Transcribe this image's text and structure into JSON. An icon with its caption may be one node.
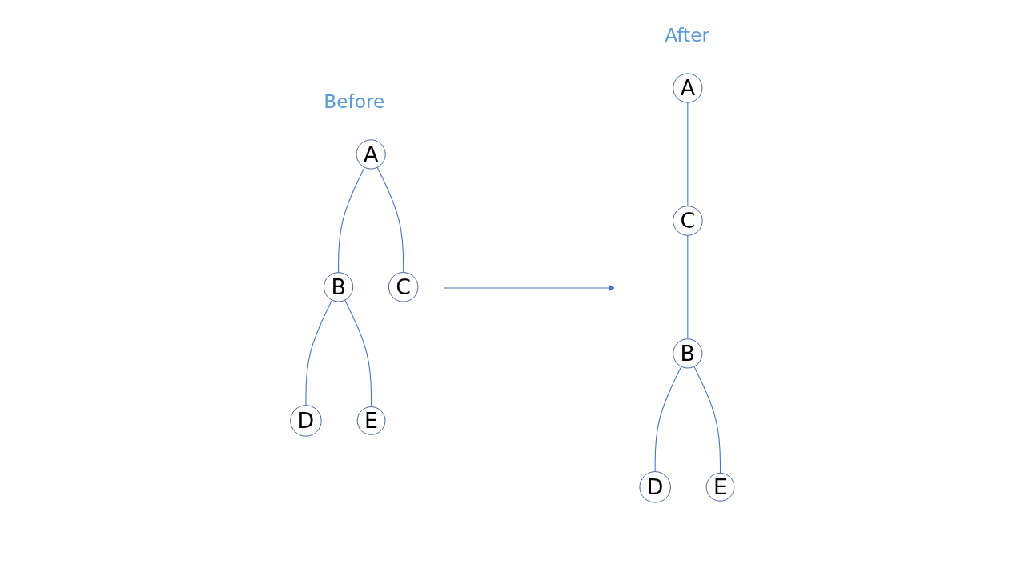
{
  "diagram": {
    "nodes": [
      {
        "text": [
          "Before"
        ]
      },
      {
        "text": [
          "A"
        ],
        "in": 0
      },
      {
        "text": [
          "B"
        ],
        "in": 0
      },
      {
        "text": [
          "C"
        ],
        "in": 0
      },
      {
        "text": [
          "D"
        ],
        "in": 0
      },
      {
        "text": [
          "E"
        ],
        "in": 0
      },
      {
        "text": [
          "After"
        ]
      },
      {
        "text": [
          "A"
        ],
        "in": 6
      },
      {
        "text": [
          "C"
        ],
        "in": 6
      },
      {
        "text": [
          "B"
        ],
        "in": 6
      },
      {
        "text": [
          "D"
        ],
        "in": 6
      },
      {
        "text": [
          "E"
        ],
        "in": 6
      }
    ],
    "edges": [
      {
        "from": 1,
        "to": 2,
        "arrow": "none"
      },
      {
        "from": 1,
        "to": 3,
        "arrow": "none"
      },
      {
        "from": 2,
        "to": 4,
        "arrow": "none"
      },
      {
        "from": 2,
        "to": 5,
        "arrow": "none"
      },
      {
        "from": 0,
        "to": 6,
        "arrow": "to"
      },
      {
        "from": 7,
        "to": 8,
        "arrow": "none"
      },
      {
        "from": 8,
        "to": 9,
        "arrow": "none"
      },
      {
        "from": 9,
        "to": 10,
        "arrow": "none"
      },
      {
        "from": 9,
        "to": 11,
        "arrow": "none"
      }
    ]
  }
}
